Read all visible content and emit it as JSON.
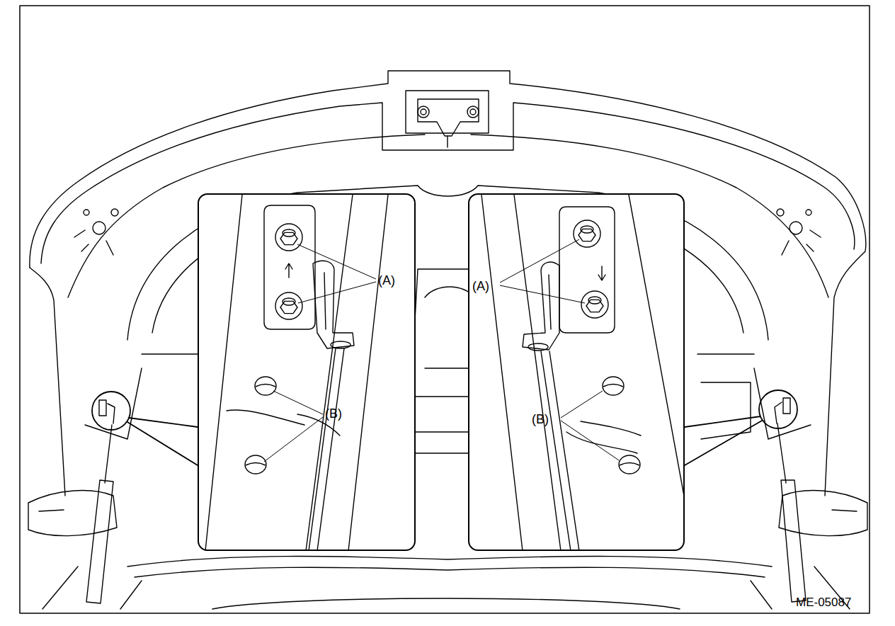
{
  "diagram": {
    "nodes": [
      {
        "text": [
          "(A)",
          "(B)"
        ]
      },
      {
        "text": [
          "(A)",
          "(B)"
        ]
      }
    ],
    "labels": [
      "ME-05087"
    ]
  }
}
